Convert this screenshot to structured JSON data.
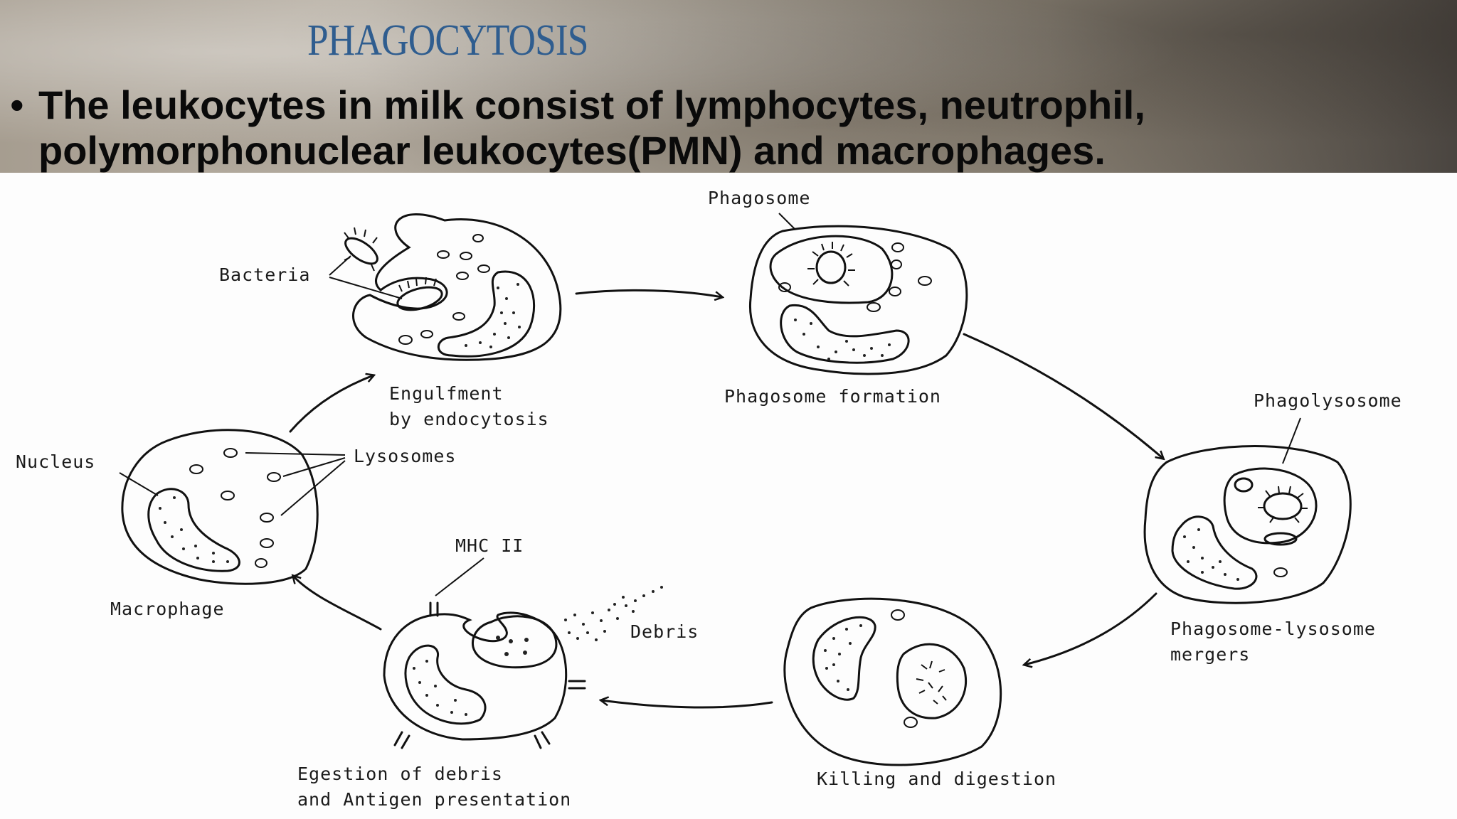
{
  "slide": {
    "title": "PHAGOCYTOSIS",
    "bullet": "The leukocytes in milk consist of lymphocytes, neutrophil, polymorphonuclear leukocytes(PMN) and macrophages.",
    "bullet_marker": "•"
  },
  "diagram": {
    "labels": {
      "bacteria": "Bacteria",
      "engulfment_line1": "Engulfment",
      "engulfment_line2": "by endocytosis",
      "phagosome": "Phagosome",
      "phagosome_formation": "Phagosome formation",
      "phagolysosome": "Phagolysosome",
      "merger_line1": "Phagosome-lysosome",
      "merger_line2": "mergers",
      "killing": "Killing and digestion",
      "debris": "Debris",
      "mhc": "MHC II",
      "egestion_line1": "Egestion of debris",
      "egestion_line2": "and Antigen presentation",
      "nucleus": "Nucleus",
      "lysosomes": "Lysosomes",
      "macrophage": "Macrophage"
    }
  }
}
